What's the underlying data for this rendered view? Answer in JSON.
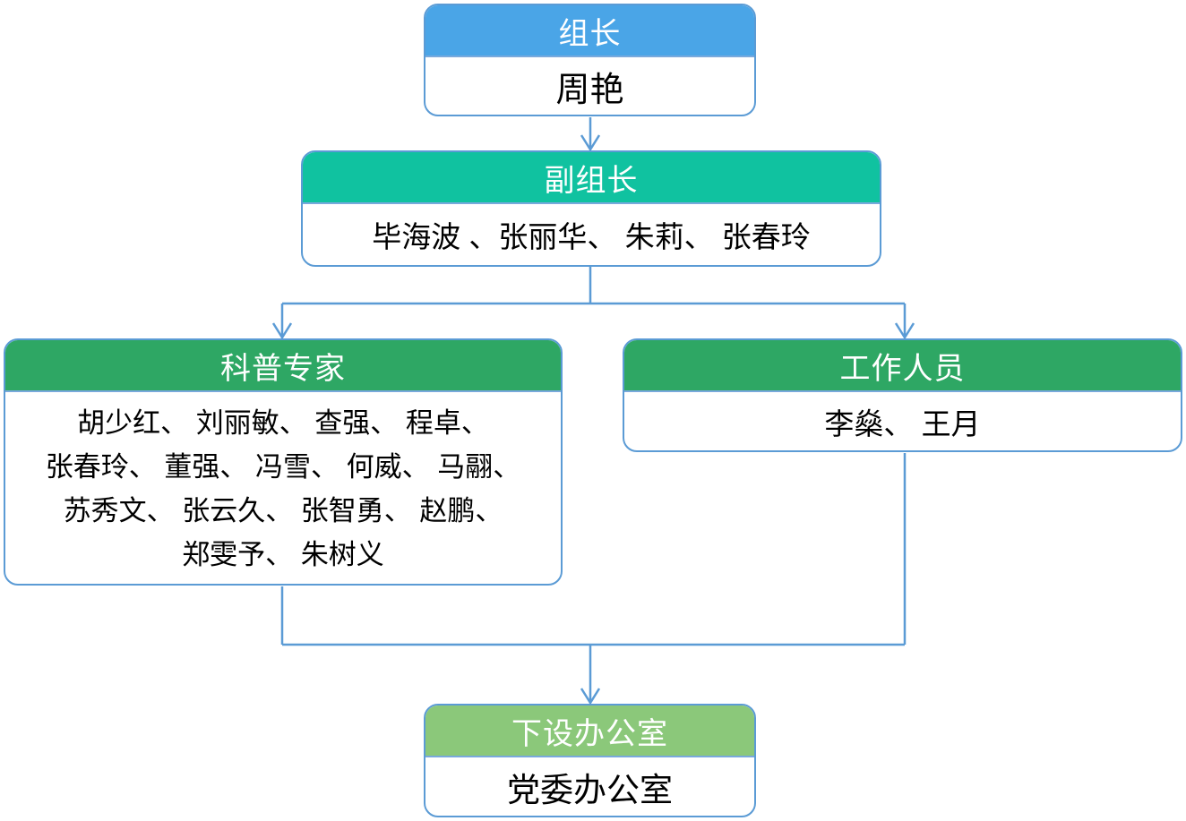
{
  "diagram": {
    "type": "org-chart",
    "colors": {
      "leader_header": "#4AA5E7",
      "deputy_header": "#10C2A0",
      "experts_header": "#2EA764",
      "staff_header": "#2EA764",
      "office_header": "#8BC87A",
      "box_border": "#5B9BD5",
      "connector": "#5B9BD5",
      "header_text": "#FFFFFF",
      "body_text": "#000000",
      "body_bg": "#FFFFFF"
    },
    "nodes": {
      "leader": {
        "title": "组长",
        "members": "周艳"
      },
      "deputy": {
        "title": "副组长",
        "members": "毕海波 、张丽华、 朱莉、 张春玲"
      },
      "experts": {
        "title": "科普专家",
        "member_lines": [
          "胡少红、 刘丽敏、 查强、 程卓、",
          "张春玲、 董强、 冯雪、 何威、 马翮、",
          "苏秀文、 张云久、 张智勇、 赵鹏、",
          "郑雯予、 朱树义"
        ]
      },
      "staff": {
        "title": "工作人员",
        "members": "李燊、 王月"
      },
      "office": {
        "title": "下设办公室",
        "members": "党委办公室"
      }
    },
    "edges": [
      {
        "from": "leader",
        "to": "deputy"
      },
      {
        "from": "deputy",
        "to": "experts"
      },
      {
        "from": "deputy",
        "to": "staff"
      },
      {
        "from": "experts",
        "to": "office"
      },
      {
        "from": "staff",
        "to": "office"
      }
    ]
  }
}
